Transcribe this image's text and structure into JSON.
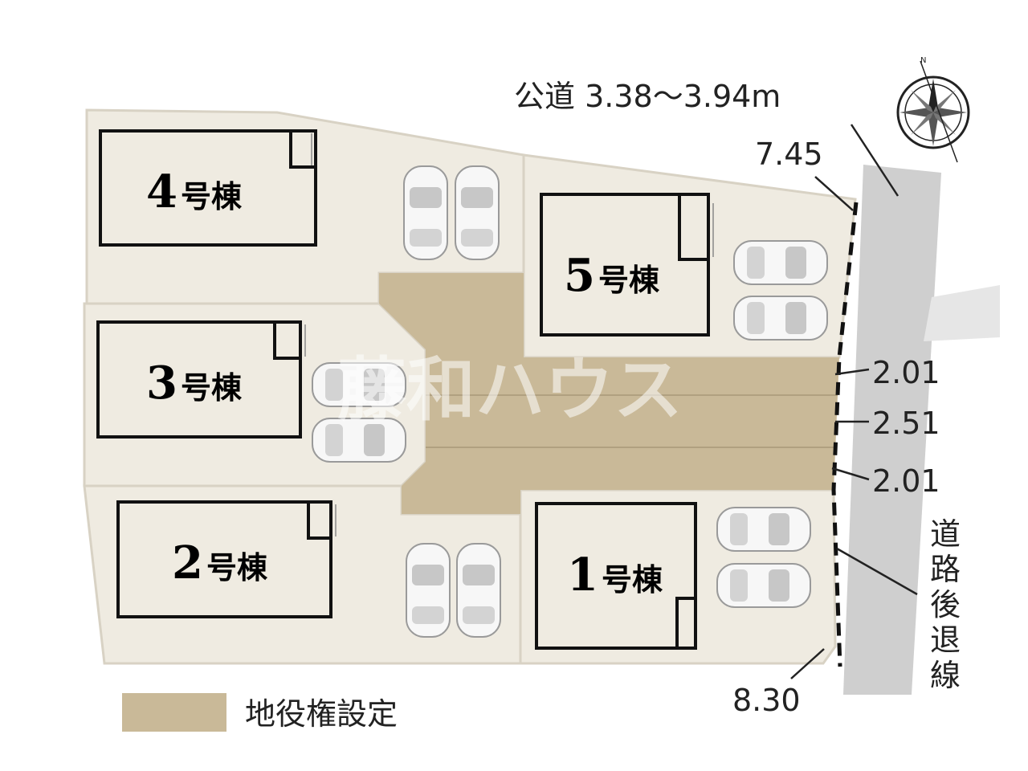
{
  "road": {
    "label": "公道 3.38～3.94m",
    "setback_label": [
      "道",
      "路",
      "後",
      "退",
      "線"
    ]
  },
  "dimensions": {
    "top_frontage": "7.45",
    "bottom_frontage": "8.30",
    "lane_1": "2.01",
    "lane_2": "2.51",
    "lane_3": "2.01"
  },
  "buildings": [
    {
      "num": "4",
      "suffix": "号棟"
    },
    {
      "num": "3",
      "suffix": "号棟"
    },
    {
      "num": "2",
      "suffix": "号棟"
    },
    {
      "num": "5",
      "suffix": "号棟"
    },
    {
      "num": "1",
      "suffix": "号棟"
    }
  ],
  "legend": {
    "label": "地役権設定",
    "color": "#c9b998"
  },
  "watermark": "藤和ハウス",
  "compass": {
    "north_label": "N"
  },
  "colors": {
    "lot": "#efebe1",
    "lot_border": "#d8d2c4",
    "easement": "#c9b998",
    "road": "#cfcfcf",
    "building_line": "#111111"
  }
}
